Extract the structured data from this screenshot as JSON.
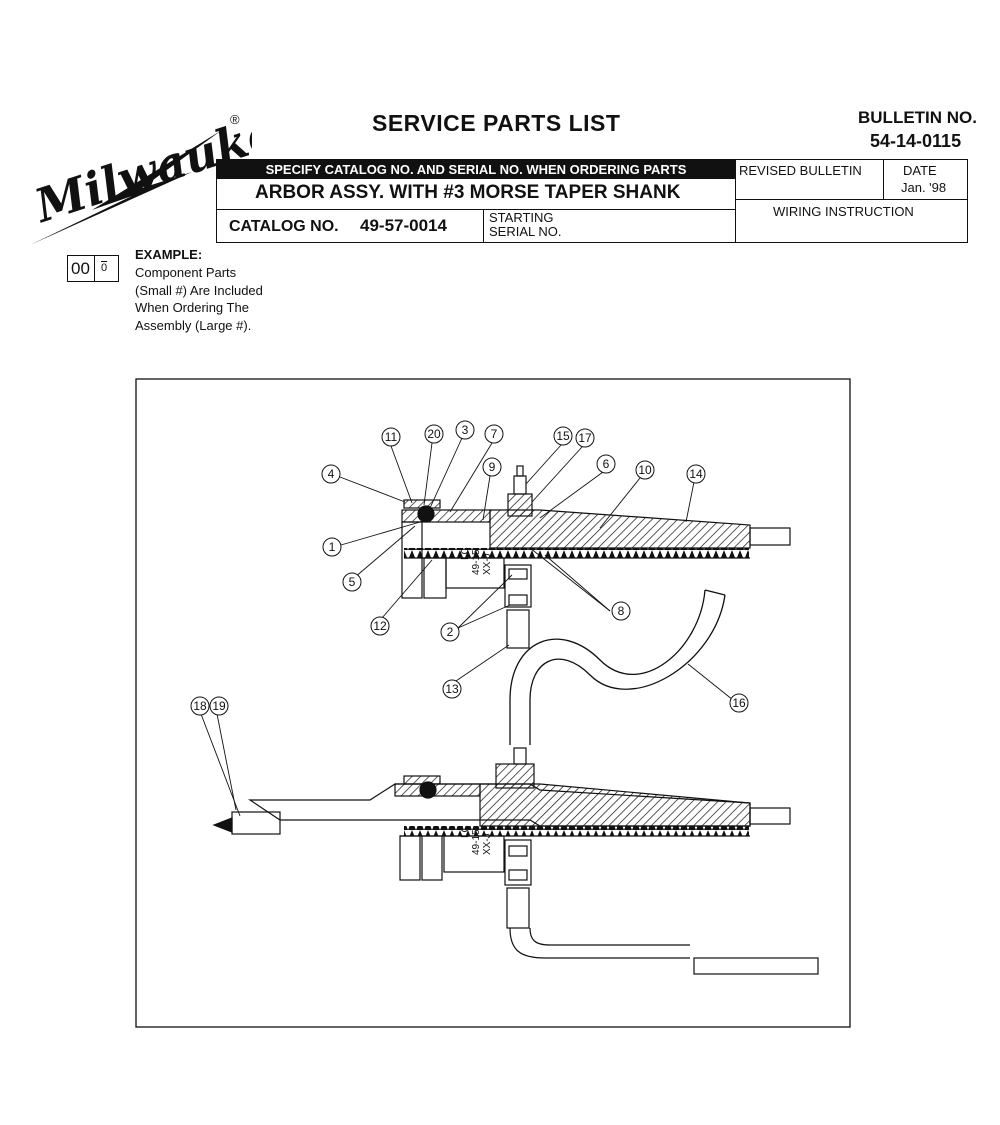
{
  "header": {
    "brand": "Milwaukee",
    "registered": "®",
    "title": "SERVICE PARTS LIST",
    "bulletin_label": "BULLETIN NO.",
    "bulletin_no": "54-14-0115"
  },
  "form": {
    "specify_banner": "SPECIFY CATALOG NO. AND SERIAL NO. WHEN ORDERING PARTS",
    "assembly_name": "ARBOR ASSY. WITH #3 MORSE TAPER SHANK",
    "catalog_label": "CATALOG NO.",
    "catalog_no": "49-57-0014",
    "starting_serial_label_1": "STARTING",
    "starting_serial_label_2": "SERIAL NO.",
    "revised_bulletin_label": "REVISED BULLETIN",
    "date_label": "DATE",
    "date_value": "Jan. '98",
    "wiring_label": "WIRING INSTRUCTION"
  },
  "example": {
    "box_large": "00",
    "box_small": "0",
    "heading": "EXAMPLE:",
    "line1": "Component Parts",
    "line2": "(Small #) Are Included",
    "line3": "When Ordering The",
    "line4": "Assembly (Large #)."
  },
  "diagram": {
    "part_numbers": [
      "11",
      "20",
      "3",
      "7",
      "15",
      "17",
      "4",
      "9",
      "6",
      "10",
      "14",
      "1",
      "5",
      "12",
      "2",
      "8",
      "13",
      "16",
      "18",
      "19"
    ],
    "tool_marking_1": "LC",
    "tool_marking_2": "49-15",
    "tool_marking_3": "XX-J"
  }
}
